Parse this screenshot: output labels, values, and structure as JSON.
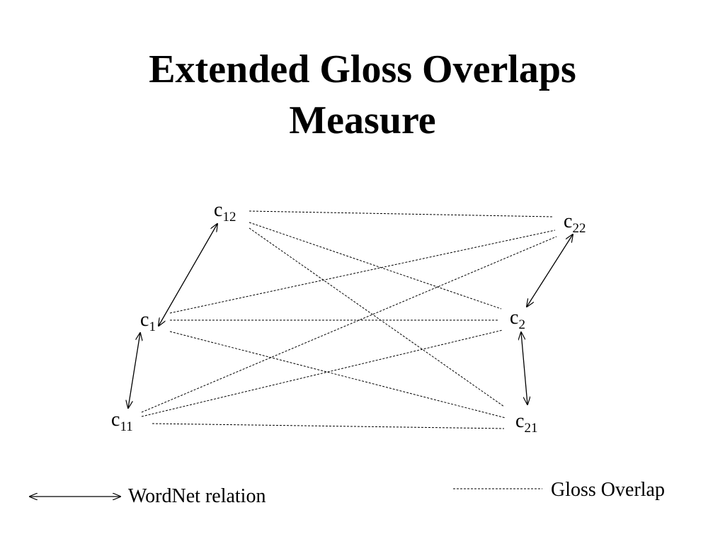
{
  "slide": {
    "title_line1": "Extended Gloss Overlaps",
    "title_line2": "Measure"
  },
  "nodes": {
    "c12": {
      "base": "c",
      "sub": "12"
    },
    "c22": {
      "base": "c",
      "sub": "22"
    },
    "c1": {
      "base": "c",
      "sub": "1"
    },
    "c2": {
      "base": "c",
      "sub": "2"
    },
    "c11": {
      "base": "c",
      "sub": "11"
    },
    "c21": {
      "base": "c",
      "sub": "21"
    }
  },
  "wordnet_relations": [
    [
      "c12",
      "c1"
    ],
    [
      "c1",
      "c11"
    ],
    [
      "c22",
      "c2"
    ],
    [
      "c2",
      "c21"
    ]
  ],
  "gloss_overlaps": [
    [
      "c12",
      "c22"
    ],
    [
      "c12",
      "c2"
    ],
    [
      "c12",
      "c21"
    ],
    [
      "c1",
      "c22"
    ],
    [
      "c1",
      "c2"
    ],
    [
      "c1",
      "c21"
    ],
    [
      "c11",
      "c22"
    ],
    [
      "c11",
      "c2"
    ],
    [
      "c11",
      "c21"
    ]
  ],
  "legend": {
    "wordnet_label": "WordNet relation",
    "gloss_label": "Gloss Overlap"
  },
  "colors": {
    "line": "#000000",
    "background": "#ffffff"
  }
}
